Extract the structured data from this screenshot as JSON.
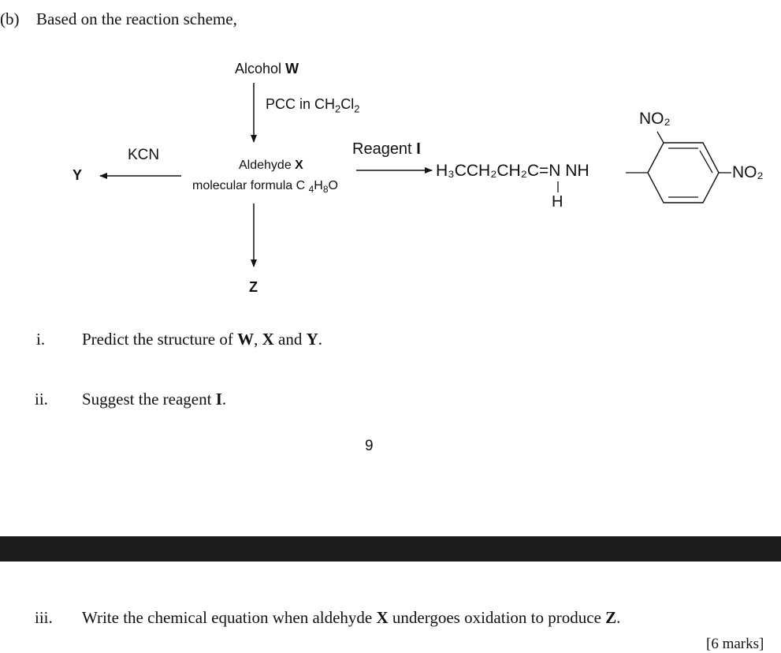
{
  "part": {
    "label": "(b)",
    "intro": "Based on the reaction scheme,"
  },
  "scheme": {
    "alcohol_prefix": "Alcohol",
    "alcohol_letter": "W",
    "pcc_reagent": "PCC in CH",
    "pcc_sub1": "2",
    "pcc_cl": "Cl",
    "pcc_sub2": "2",
    "kcn": "KCN",
    "y_letter": "Y",
    "aldehyde_prefix": "Aldehyde",
    "aldehyde_letter": "X",
    "formula_prefix": "molecular formula C",
    "formula_sub_c": "4",
    "formula_h": "H",
    "formula_sub_h": "8",
    "formula_o": "O",
    "reagent_prefix": "Reagent",
    "reagent_letter": "I",
    "z_letter": "Z",
    "product_formula": "H₃CCH₂CH₂C=N NH",
    "product_h": "H",
    "nitro_top": "NO₂",
    "nitro_right": "NO₂"
  },
  "questions": [
    {
      "number": "i.",
      "text_a": "Predict the structure of",
      "w": "W",
      "comma": ",",
      "x": "X",
      "and": "and",
      "y": "Y",
      "end": "."
    },
    {
      "number": "ii.",
      "text_a": "Suggest the reagent",
      "reagent": "I",
      "end": "."
    },
    {
      "number": "iii.",
      "text_a": "Write the chemical equation when aldehyde",
      "x": "X",
      "text_b": "undergoes oxidation to produce",
      "z": "Z",
      "end": "."
    }
  ],
  "page_number": "9",
  "marks_partial": "[6 marks]"
}
